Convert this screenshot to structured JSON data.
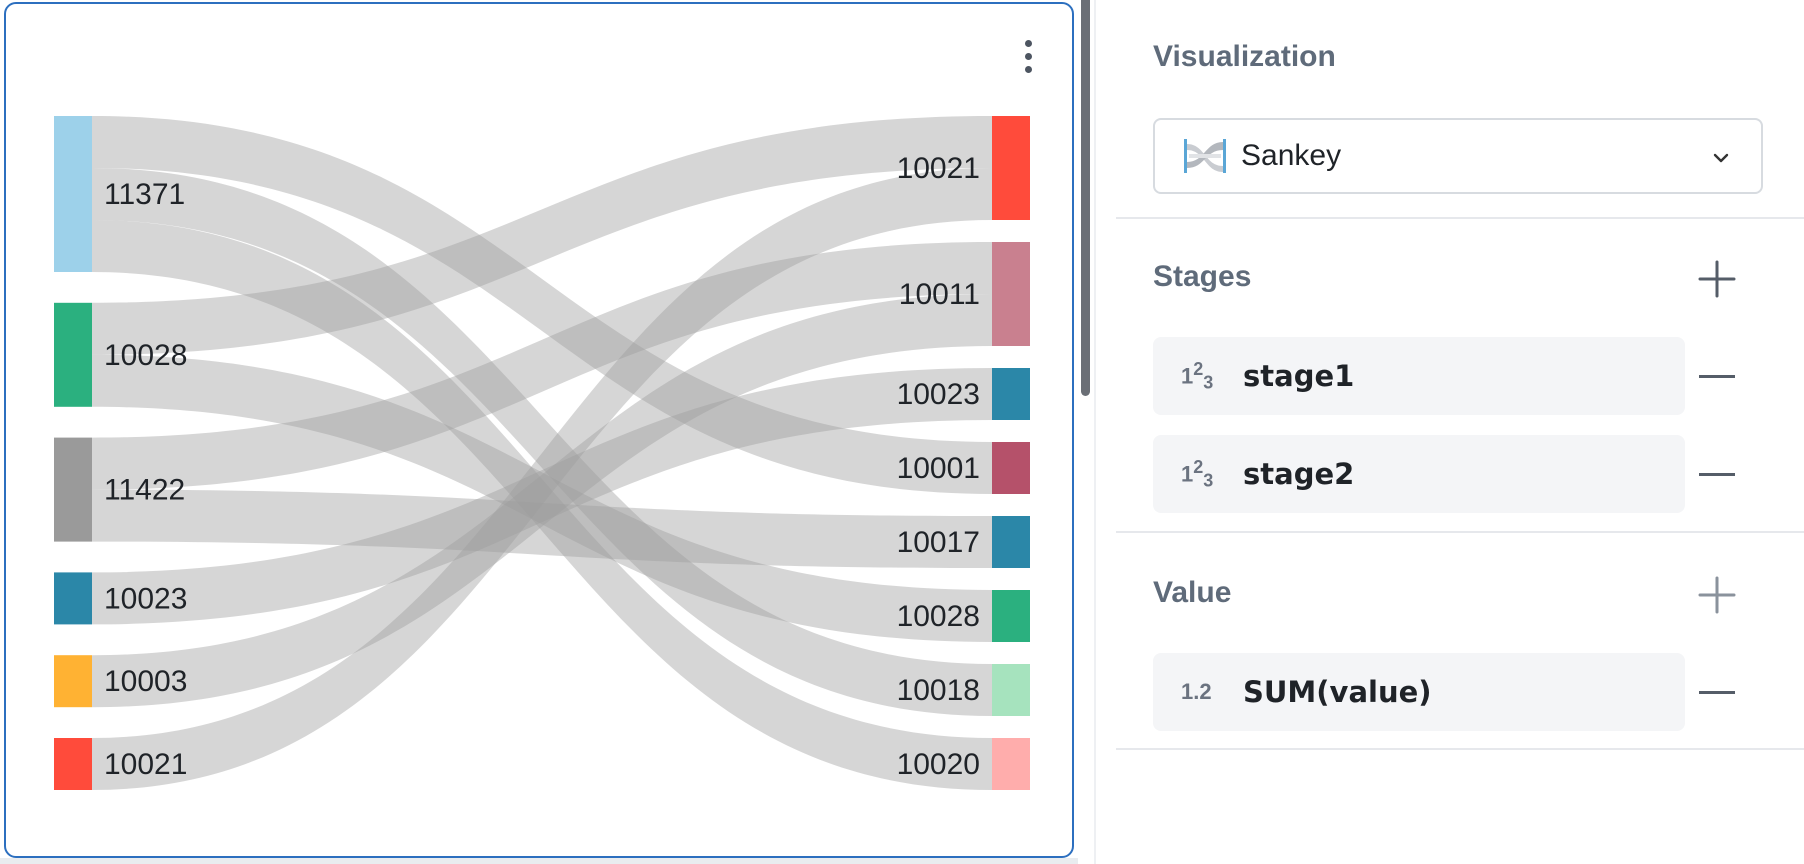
{
  "chart_data": {
    "type": "sankey",
    "left_nodes": [
      {
        "label": "11371",
        "color": "#9dd1ea"
      },
      {
        "label": "10028",
        "color": "#2bb07f"
      },
      {
        "label": "11422",
        "color": "#9a9a9a"
      },
      {
        "label": "10023",
        "color": "#2b87a8"
      },
      {
        "label": "10003",
        "color": "#ffb233"
      },
      {
        "label": "10021",
        "color": "#ff4b3b"
      }
    ],
    "right_nodes": [
      {
        "label": "10021",
        "color": "#ff4b3b"
      },
      {
        "label": "10011",
        "color": "#c9808f"
      },
      {
        "label": "10023",
        "color": "#2b87a8"
      },
      {
        "label": "10001",
        "color": "#b5516a"
      },
      {
        "label": "10017",
        "color": "#2b87a8"
      },
      {
        "label": "10028",
        "color": "#2bb07f"
      },
      {
        "label": "10018",
        "color": "#a6e3be"
      },
      {
        "label": "10020",
        "color": "#ffadac"
      }
    ],
    "links": [
      {
        "source": 0,
        "target": 3,
        "value": 2
      },
      {
        "source": 0,
        "target": 6,
        "value": 2
      },
      {
        "source": 0,
        "target": 7,
        "value": 2
      },
      {
        "source": 1,
        "target": 0,
        "value": 2
      },
      {
        "source": 1,
        "target": 5,
        "value": 2
      },
      {
        "source": 2,
        "target": 1,
        "value": 2
      },
      {
        "source": 2,
        "target": 4,
        "value": 2
      },
      {
        "source": 3,
        "target": 2,
        "value": 2
      },
      {
        "source": 4,
        "target": 1,
        "value": 2
      },
      {
        "source": 5,
        "target": 0,
        "value": 2
      }
    ]
  },
  "panel": {
    "visualization": {
      "title": "Visualization",
      "selected": "Sankey"
    },
    "stages": {
      "title": "Stages",
      "items": [
        {
          "type_icon": "123",
          "label": "stage1"
        },
        {
          "type_icon": "123",
          "label": "stage2"
        }
      ]
    },
    "value": {
      "title": "Value",
      "items": [
        {
          "type_icon": "1.2",
          "label": "SUM(value)"
        }
      ]
    }
  },
  "icons": {
    "more": "kebab-menu-icon",
    "viz": "sankey-chart-icon",
    "dropdown": "chevron-down-icon",
    "add": "plus-icon",
    "remove": "minus-icon",
    "integer_type": "integer-type-icon",
    "decimal_type": "decimal-type-icon"
  },
  "colors": {
    "card_border": "#2c6fbf",
    "link": "#9e9e9e"
  }
}
